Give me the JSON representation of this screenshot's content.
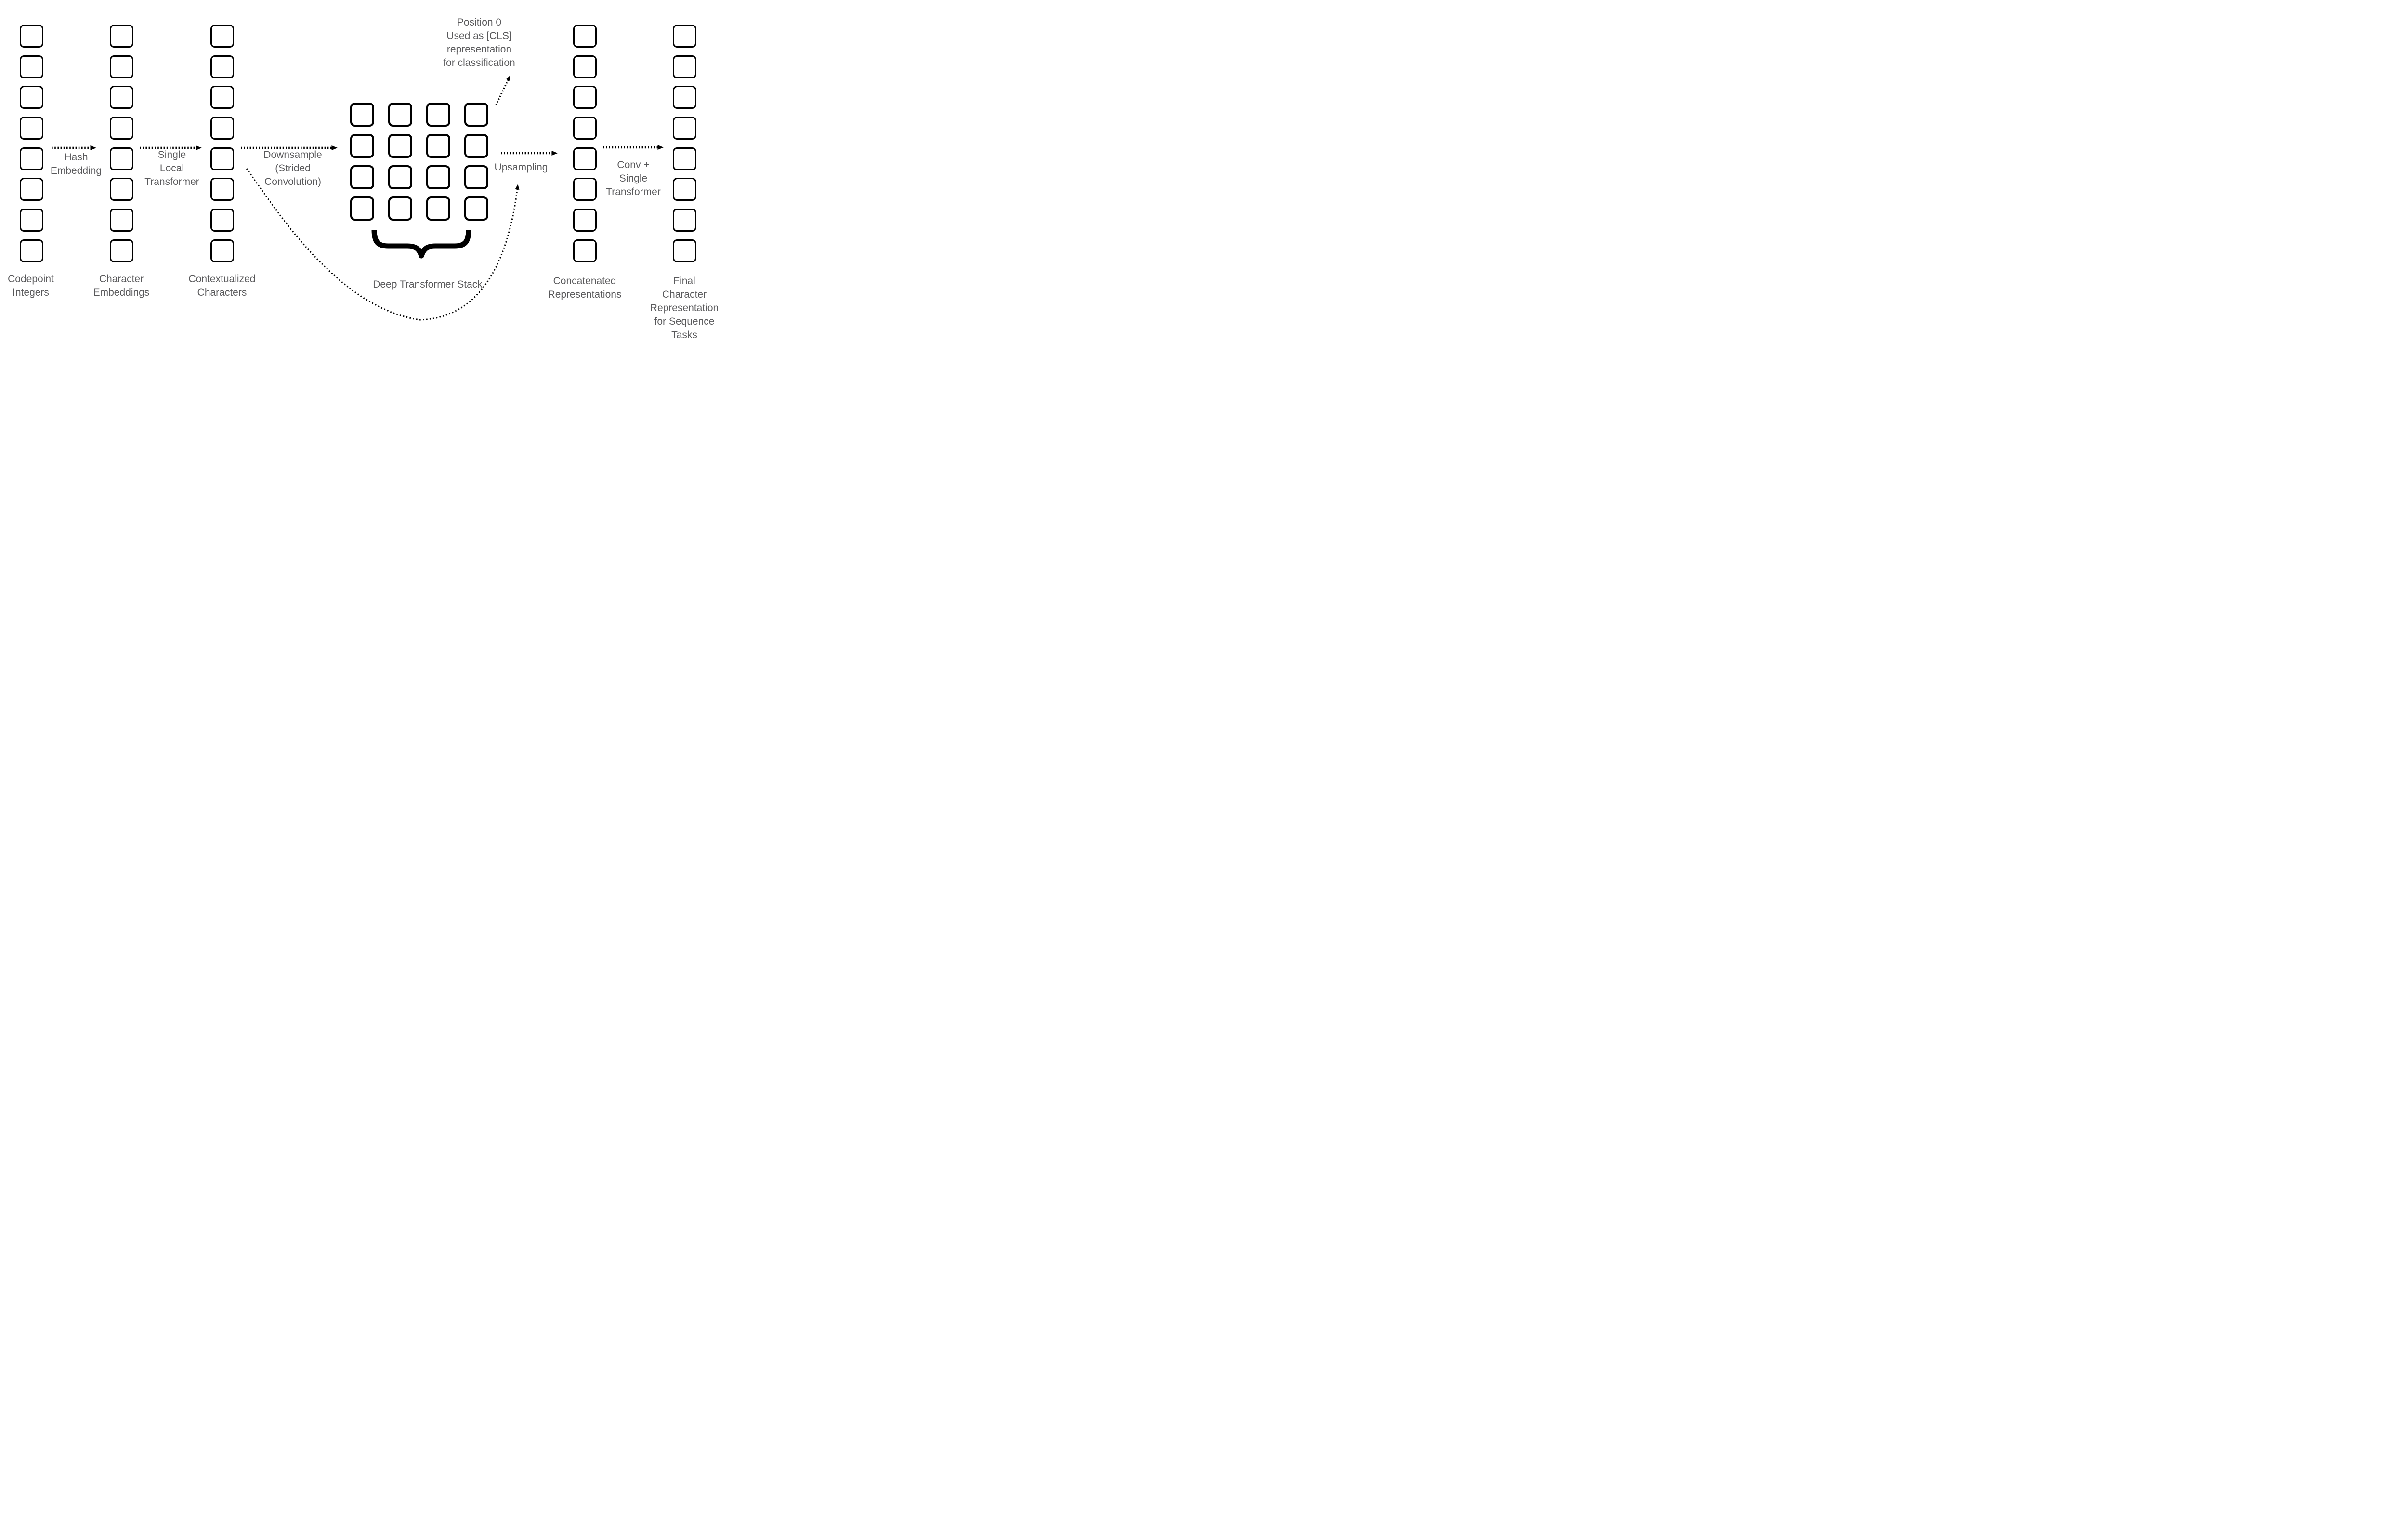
{
  "colors": {
    "box_stroke": "#000000",
    "label_text": "#59595b",
    "background": "#ffffff"
  },
  "columns": [
    {
      "name": "codepoint-integers",
      "label": "Codepoint\nIntegers",
      "count": 8
    },
    {
      "name": "character-embeddings",
      "label": "Character\nEmbeddings",
      "count": 8
    },
    {
      "name": "contextualized-characters",
      "label": "Contextualized\nCharacters",
      "count": 8
    },
    {
      "name": "concatenated-representations",
      "label": "Concatenated\nRepresentations",
      "count": 8
    },
    {
      "name": "final-character-representation",
      "label": "Final\nCharacter\nRepresentation\nfor Sequence Tasks",
      "count": 8
    }
  ],
  "grid": {
    "rows": 4,
    "cols": 4,
    "count": 16,
    "label": "Deep Transformer Stack"
  },
  "edges": {
    "hash_embedding": "Hash\nEmbedding",
    "single_local_transformer": "Single\nLocal\nTransformer",
    "downsample": "Downsample\n(Strided\nConvolution)",
    "upsampling": "Upsampling",
    "conv_single_transformer": "Conv +\nSingle\nTransformer"
  },
  "annotation": {
    "cls_note": "Position 0\nUsed as [CLS]\nrepresentation\nfor classification"
  }
}
